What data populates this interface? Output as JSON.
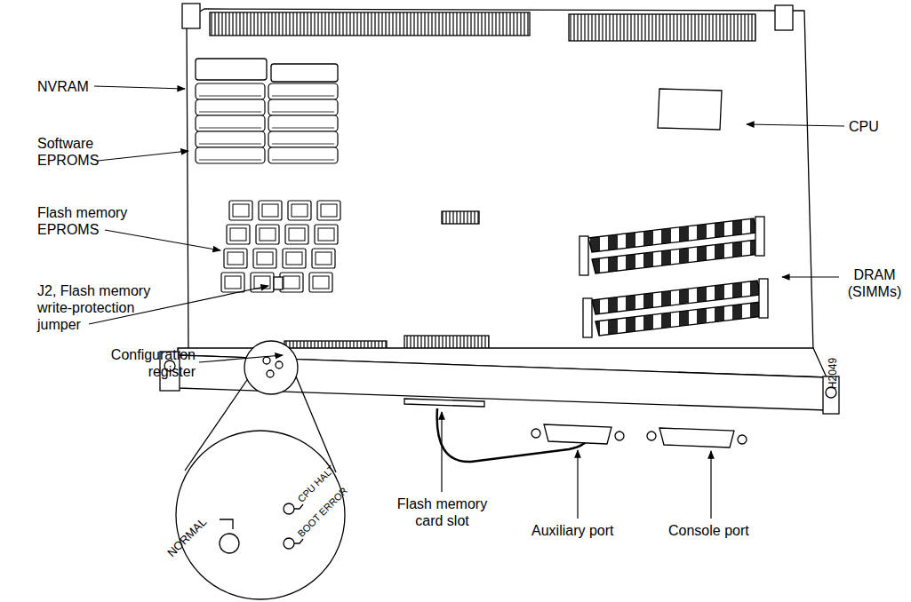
{
  "diagram": {
    "labels": [
      "NVRAM",
      "Software EPROMS",
      "Flash memory EPROMS",
      "J2, Flash memory write-protection jumper",
      "Configuration register",
      "CPU",
      "DRAM (SIMMs)",
      "H2049",
      "NORMAL",
      "CPU HALT",
      "BOOT ERROR",
      "Flash memory card slot",
      "Auxiliary port",
      "Console port"
    ]
  }
}
